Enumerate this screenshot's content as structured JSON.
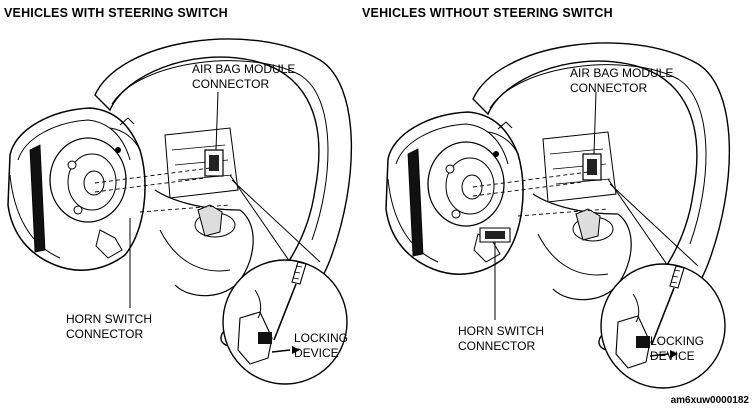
{
  "panels": {
    "left": {
      "title": "VEHICLES WITH STEERING SWITCH",
      "airbag_connector": [
        "AIR BAG MODULE",
        "CONNECTOR"
      ],
      "horn_connector": [
        "HORN SWITCH",
        "CONNECTOR"
      ],
      "locking_device": [
        "LOCKING",
        "DEVICE"
      ]
    },
    "right": {
      "title": "VEHICLES WITHOUT STEERING SWITCH",
      "airbag_connector": [
        "AIR BAG MODULE",
        "CONNECTOR"
      ],
      "horn_connector": [
        "HORN SWITCH",
        "CONNECTOR"
      ],
      "locking_device": [
        "LOCKING",
        "DEVICE"
      ]
    }
  },
  "reference_code": "am6xuw0000182",
  "colors": {
    "ink": "#000000",
    "paper": "#ffffff"
  }
}
